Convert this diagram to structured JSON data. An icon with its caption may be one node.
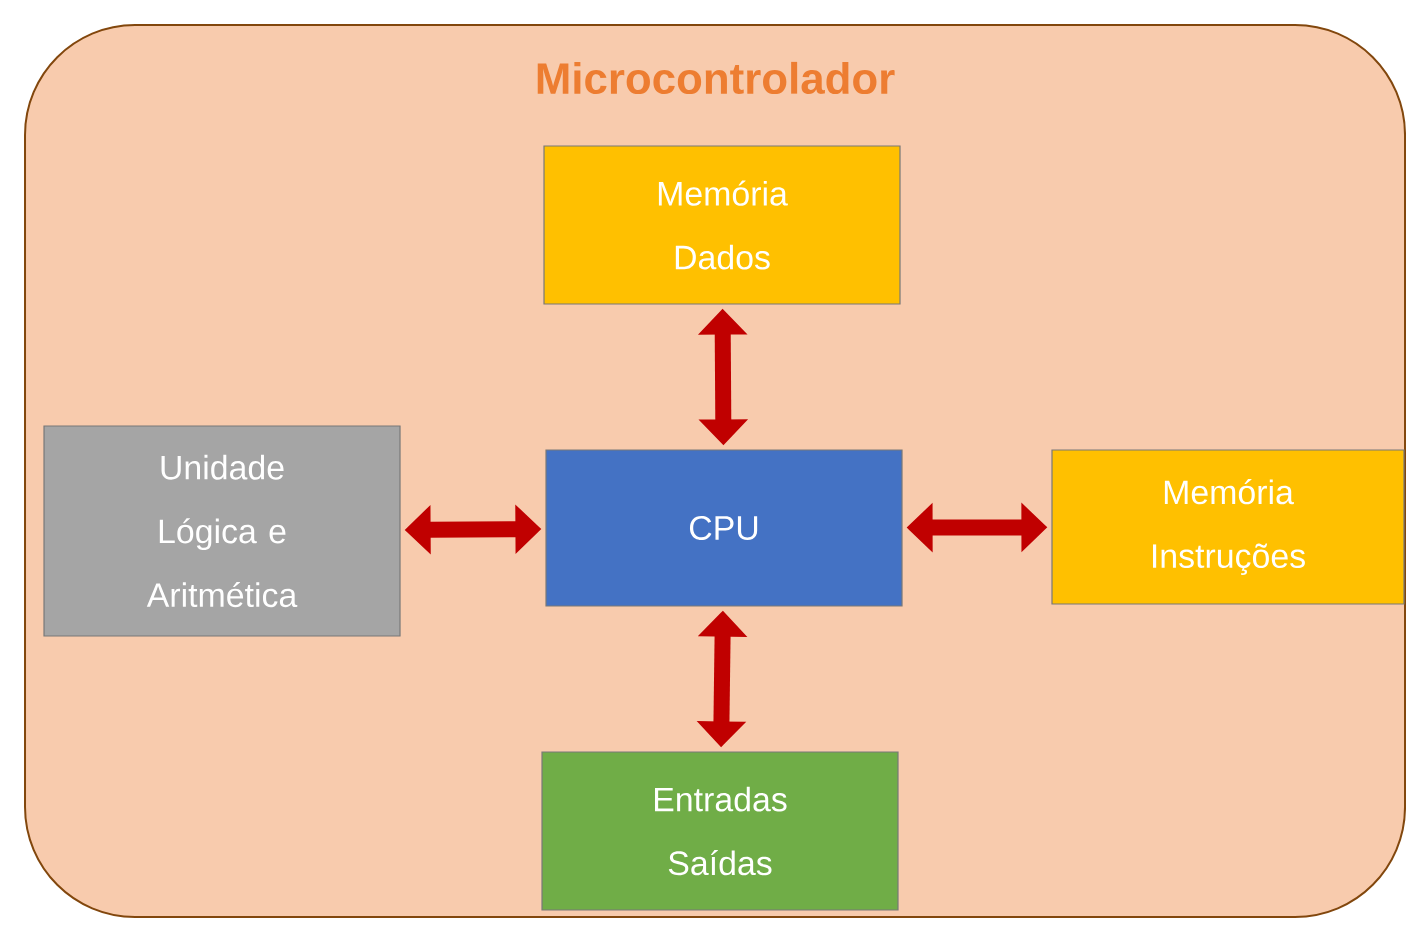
{
  "diagram": {
    "nodes": [
      {
        "text": [
          "Microcontrolador"
        ]
      },
      {
        "text": [
          "Memória Dados"
        ],
        "in": 0
      },
      {
        "text": [
          "Unidade Lógica e Aritmética"
        ],
        "in": 0
      },
      {
        "text": [
          "CPU"
        ],
        "in": 0
      },
      {
        "text": [
          "Memória Instruções"
        ],
        "in": 0
      },
      {
        "text": [
          "Entradas Saídas"
        ],
        "in": 0
      }
    ],
    "edges": [
      {
        "from": 3,
        "to": 1,
        "arrow": "both"
      },
      {
        "from": 2,
        "to": 3,
        "arrow": "both"
      },
      {
        "from": 3,
        "to": 4,
        "arrow": "both"
      },
      {
        "from": 3,
        "to": 5,
        "arrow": "both"
      }
    ]
  }
}
